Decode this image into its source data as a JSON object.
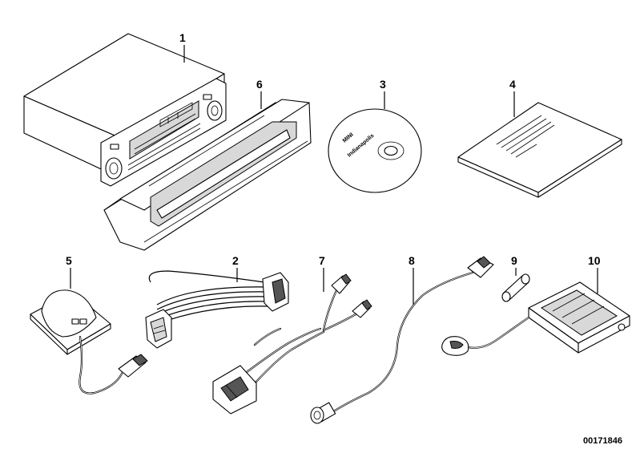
{
  "parts": [
    {
      "number": "1",
      "icon": "radio-unit-icon"
    },
    {
      "number": "2",
      "icon": "wiring-harness-icon"
    },
    {
      "number": "3",
      "icon": "navigation-cd-icon"
    },
    {
      "number": "4",
      "icon": "instruction-booklet-icon"
    },
    {
      "number": "5",
      "icon": "antenna-module-icon"
    },
    {
      "number": "6",
      "icon": "trim-bezel-icon"
    },
    {
      "number": "7",
      "icon": "adapter-cable-icon"
    },
    {
      "number": "8",
      "icon": "antenna-cable-icon"
    },
    {
      "number": "9",
      "icon": "connector-plug-icon"
    },
    {
      "number": "10",
      "icon": "control-unit-icon"
    }
  ],
  "cd_label": {
    "line1": "MINI",
    "line2": "Indianapolis"
  },
  "diagram_ref": "00171846"
}
